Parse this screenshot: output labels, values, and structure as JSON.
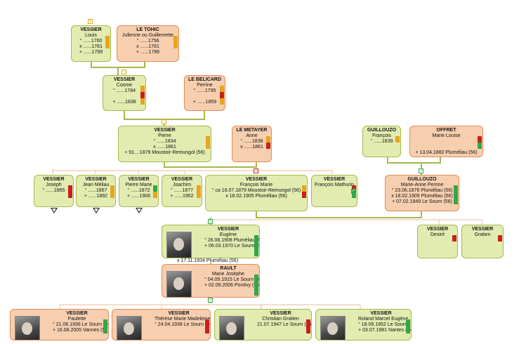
{
  "colors": {
    "red": "#c8201c",
    "yellow": "#e5a61f",
    "green": "#2fa84a",
    "male_fill": "#e2ecb1",
    "female_fill": "#f7cfaf"
  },
  "persons": {
    "louis": {
      "surname": "VESSIER",
      "given": "Louis",
      "lines": [
        "° ......1760",
        "x ......1781",
        "+ ......1799"
      ],
      "bars": [
        "yellow",
        "yellow"
      ]
    },
    "julienne": {
      "surname": "LE TOHIC",
      "given": "Julienne ou Guillemette",
      "lines": [
        "° ......1756",
        "x ......1781",
        "+ ......1796"
      ],
      "bars": [
        "yellow",
        "yellow"
      ]
    },
    "cosme": {
      "surname": "VESSIER",
      "given": "Cosme",
      "lines": [
        "° ......1784",
        "",
        "+ ......1838"
      ],
      "bars": [
        "yellow",
        "red",
        "yellow"
      ]
    },
    "perrine": {
      "surname": "LE BELICARD",
      "given": "Perrine",
      "lines": [
        "° ......1795",
        "",
        "+ ......1859"
      ],
      "bars": [
        "yellow",
        "red",
        "yellow"
      ]
    },
    "pierre": {
      "surname": "VESSIER",
      "given": "Pierre",
      "lines": [
        "° ......1834",
        "x ......1861",
        "+ 91....1879 Moustoir-Remungol (56)"
      ],
      "bars": [
        "yellow",
        "yellow"
      ]
    },
    "anne": {
      "surname": "LE METAYER",
      "given": "Anne",
      "lines": [
        "° ......1838",
        "x ......1861"
      ],
      "bars": [
        "yellow",
        "red"
      ]
    },
    "francois_g": {
      "surname": "GUILLOUZO",
      "given": "François",
      "lines": [
        "° ......1839"
      ],
      "bars": [
        "yellow"
      ]
    },
    "marielouise": {
      "surname": "OFFRET",
      "given": "Marie Louise",
      "lines": [
        "",
        "",
        "+ 13.04.1882 Pluméliau (56)"
      ],
      "bars": [
        "red",
        "green"
      ]
    },
    "joseph": {
      "surname": "VESSIER",
      "given": "Joseph",
      "lines": [
        "° ......1865"
      ],
      "bars": [
        "red",
        "red"
      ]
    },
    "jeanmeliau": {
      "surname": "VESSIER",
      "given": "Jean Méliau",
      "lines": [
        "° ......1867",
        "+ ......1892"
      ],
      "bars": [
        "yellow",
        "yellow"
      ]
    },
    "pierremarie": {
      "surname": "VESSIER",
      "given": "Pierre Marie",
      "lines": [
        "° ......1872",
        "+ ......1906"
      ],
      "bars": [
        "green",
        "yellow"
      ]
    },
    "joachim": {
      "surname": "VESSIER",
      "given": "Joachim",
      "lines": [
        "° ......1877",
        "+ ......1952"
      ],
      "bars": [
        "yellow",
        "yellow"
      ]
    },
    "francoismarie": {
      "surname": "VESSIER",
      "given": "François Marie",
      "lines": [
        "° ca 16.07.1879 Moustoir-Remungol (56)",
        "x 18.02.1905 Pluméliau (56)"
      ],
      "bars": [
        "yellow",
        "red"
      ]
    },
    "francoismathurin": {
      "surname": "VESSIER",
      "given": "François Mathurin",
      "lines": [],
      "bars": [
        "red",
        "green"
      ]
    },
    "marieanne": {
      "surname": "GUILLOUZO",
      "given": "Marie-Anne Perrine",
      "lines": [
        "° 23.06.1876 Pluméliau (56)",
        "x 18.02.1905 Pluméliau (56)",
        "+ 07.02.1949 Le Sourn (56)"
      ],
      "bars": [
        "green",
        "green",
        "green"
      ]
    },
    "desire": {
      "surname": "VESSIER",
      "given": "Desiré",
      "lines": [],
      "bars": [
        "red"
      ]
    },
    "gratien": {
      "surname": "VESSIER",
      "given": "Gratien",
      "lines": [],
      "bars": [
        "red"
      ]
    },
    "eugene": {
      "surname": "VESSIER",
      "given": "Eugène",
      "lines": [
        "° 26.08.1908 Pluméliau (56)",
        "+ 06.03.1970 Le Sourn (56)"
      ],
      "bars": [
        "green",
        "green",
        "green"
      ]
    },
    "mariejosephe": {
      "surname": "RAULT",
      "given": "Marie Josèphe",
      "lines": [
        "° 04.09.1915 Le Sourn (56)",
        "+ 02.09.2006 Pontivy (56)"
      ],
      "bars": [
        "green",
        "green",
        "green"
      ]
    },
    "paulette": {
      "surname": "VESSIER",
      "given": "Paulette",
      "lines": [
        "° 21.06.1936 Le Sourn (56)",
        "+ 16.08.2005 Vannes (56)"
      ],
      "bars": [
        "green",
        "green"
      ]
    },
    "therese": {
      "surname": "VESSIER",
      "given": "Thérèse Marie Madeleine",
      "lines": [
        "° 24.04.1938 Le Sourn (56)"
      ],
      "bars": [
        "red",
        "red"
      ]
    },
    "christian": {
      "surname": "VESSIER",
      "given": "Christian Gratien",
      "lines": [
        "21.07.1947 Le Sourn (56)"
      ],
      "bars": [
        "red",
        "red"
      ]
    },
    "roland": {
      "surname": "VESSIER",
      "given": "Roland Marcel Eugène",
      "lines": [
        "° 18.09.1952 Le Sourn (56)",
        "+ 03.07.1981 Nantes (44)"
      ],
      "bars": [
        "green",
        "green"
      ]
    }
  },
  "marriage_label": "x 17.11.1934 Pluméliau (56)"
}
